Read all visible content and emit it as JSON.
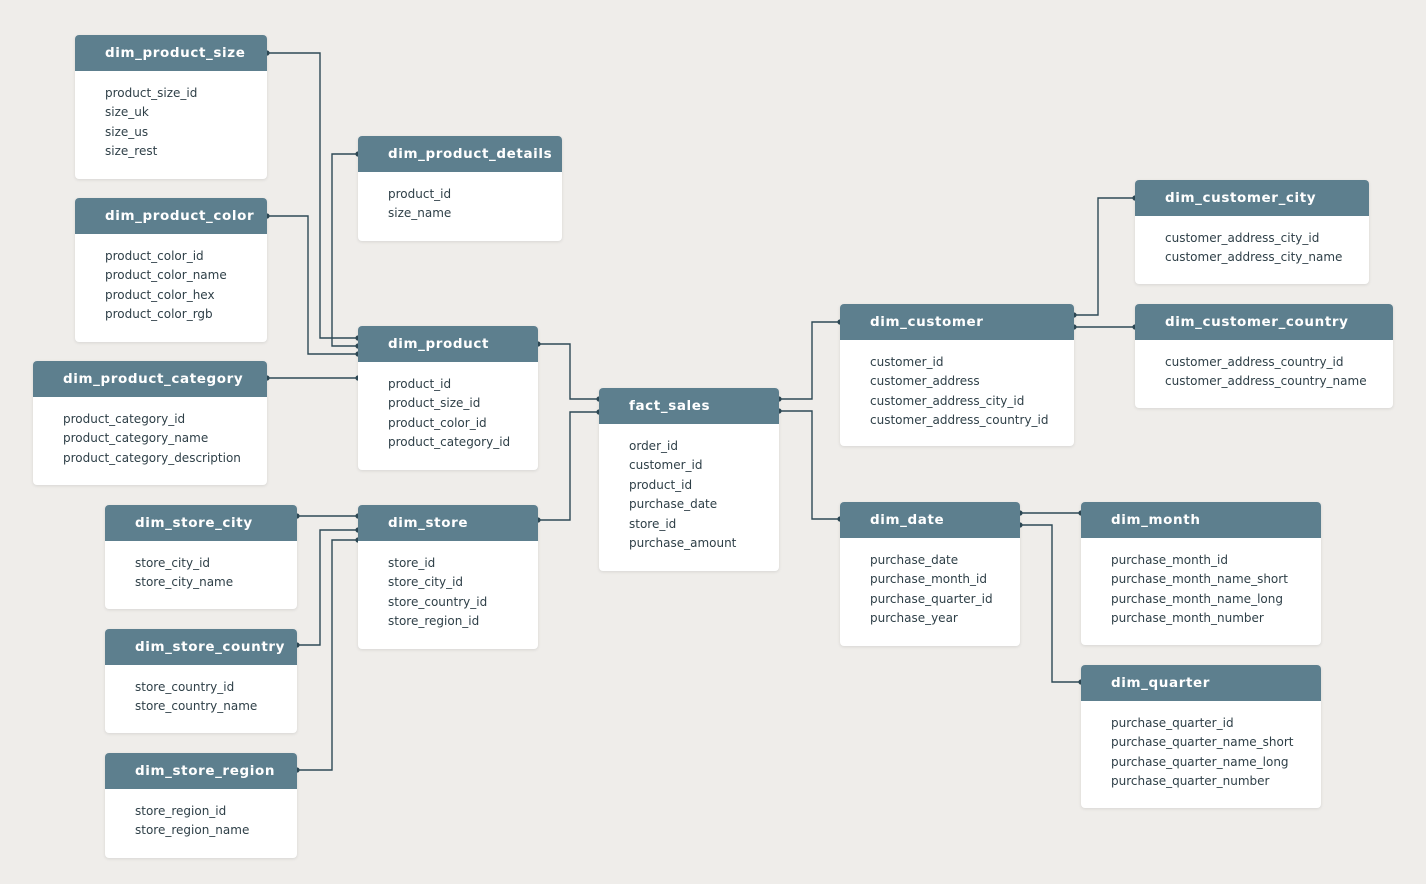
{
  "colors": {
    "background": "#efedea",
    "header": "#5d7f8e",
    "header_text": "#ffffff",
    "field_text": "#2e3f47",
    "connector": "#2e4a56"
  },
  "entities": [
    {
      "name": "dim_product_size",
      "fields": [
        "product_size_id",
        "size_uk",
        "size_us",
        "size_rest"
      ]
    },
    {
      "name": "dim_product_color",
      "fields": [
        "product_color_id",
        "product_color_name",
        "product_color_hex",
        "product_color_rgb"
      ]
    },
    {
      "name": "dim_product_category",
      "fields": [
        "product_category_id",
        "product_category_name",
        "product_category_description"
      ]
    },
    {
      "name": "dim_product_details",
      "fields": [
        "product_id",
        "size_name"
      ]
    },
    {
      "name": "dim_product",
      "fields": [
        "product_id",
        "product_size_id",
        "product_color_id",
        "product_category_id"
      ]
    },
    {
      "name": "fact_sales",
      "fields": [
        "order_id",
        "customer_id",
        "product_id",
        "purchase_date",
        "store_id",
        "purchase_amount"
      ]
    },
    {
      "name": "dim_store_city",
      "fields": [
        "store_city_id",
        "store_city_name"
      ]
    },
    {
      "name": "dim_store",
      "fields": [
        "store_id",
        "store_city_id",
        "store_country_id",
        "store_region_id"
      ]
    },
    {
      "name": "dim_store_country",
      "fields": [
        "store_country_id",
        "store_country_name"
      ]
    },
    {
      "name": "dim_store_region",
      "fields": [
        "store_region_id",
        "store_region_name"
      ]
    },
    {
      "name": "dim_customer",
      "fields": [
        "customer_id",
        "customer_address",
        "customer_address_city_id",
        "customer_address_country_id"
      ]
    },
    {
      "name": "dim_customer_city",
      "fields": [
        "customer_address_city_id",
        "customer_address_city_name"
      ]
    },
    {
      "name": "dim_customer_country",
      "fields": [
        "customer_address_country_id",
        "customer_address_country_name"
      ]
    },
    {
      "name": "dim_date",
      "fields": [
        "purchase_date",
        "purchase_month_id",
        "purchase_quarter_id",
        "purchase_year"
      ]
    },
    {
      "name": "dim_month",
      "fields": [
        "purchase_month_id",
        "purchase_month_name_short",
        "purchase_month_name_long",
        "purchase_month_number"
      ]
    },
    {
      "name": "dim_quarter",
      "fields": [
        "purchase_quarter_id",
        "purchase_quarter_name_short",
        "purchase_quarter_name_long",
        "purchase_quarter_number"
      ]
    }
  ],
  "relationships": [
    {
      "from": "dim_product_size",
      "to": "dim_product"
    },
    {
      "from": "dim_product_color",
      "to": "dim_product"
    },
    {
      "from": "dim_product_category",
      "to": "dim_product"
    },
    {
      "from": "dim_product_details",
      "to": "dim_product"
    },
    {
      "from": "dim_product",
      "to": "fact_sales"
    },
    {
      "from": "dim_store",
      "to": "fact_sales"
    },
    {
      "from": "dim_store_city",
      "to": "dim_store"
    },
    {
      "from": "dim_store_country",
      "to": "dim_store"
    },
    {
      "from": "dim_store_region",
      "to": "dim_store"
    },
    {
      "from": "fact_sales",
      "to": "dim_customer"
    },
    {
      "from": "fact_sales",
      "to": "dim_date"
    },
    {
      "from": "dim_customer",
      "to": "dim_customer_city"
    },
    {
      "from": "dim_customer",
      "to": "dim_customer_country"
    },
    {
      "from": "dim_date",
      "to": "dim_month"
    },
    {
      "from": "dim_date",
      "to": "dim_quarter"
    }
  ]
}
